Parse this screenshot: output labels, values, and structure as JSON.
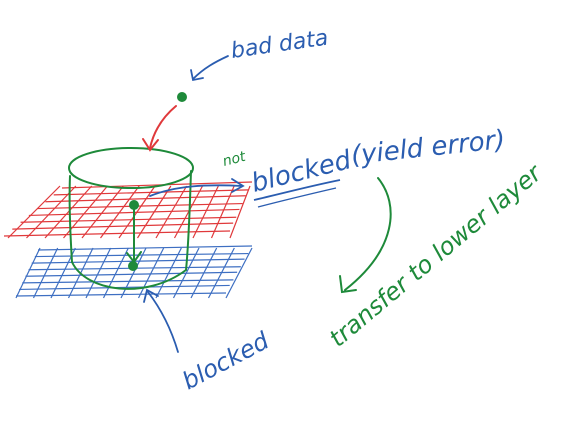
{
  "labels": {
    "bad_data": "bad data",
    "not": "not",
    "blocked_top": "blocked",
    "yield_error": "(yield error)",
    "transfer": "transfer to lower layer",
    "blocked_bottom": "blocked"
  },
  "colors": {
    "background": "#ffffff",
    "red_layer": "#e0393b",
    "blue_layer": "#3e6fc2",
    "green": "#1e8a3a",
    "blue_ink": "#2b5db0",
    "red_ink": "#e0393b"
  }
}
